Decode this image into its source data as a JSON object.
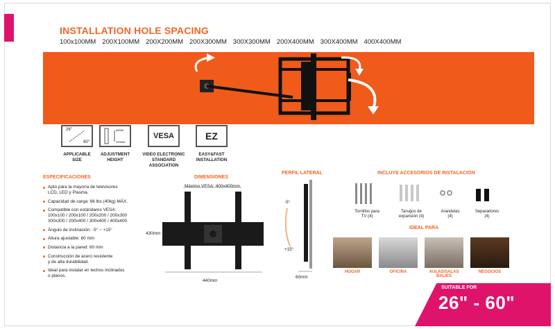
{
  "header": {
    "title": "INSTALLATION HOLE SPACING",
    "sizes": [
      "100x100MM",
      "200X100MM",
      "200X200MM",
      "200X300MM",
      "300X300MM",
      "200X400MM",
      "300X400MM",
      "400X400MM"
    ]
  },
  "colors": {
    "accent": "#f26522",
    "banner": "#f05a1a",
    "pink": "#e0136b"
  },
  "features": [
    {
      "label": "APPLICABLE\nSIZE",
      "icon": "screen-size-icon",
      "text_a": "26\"",
      "text_b": "60\""
    },
    {
      "label": "ADJUSTMENT\nHEIGHT",
      "icon": "adjustment-height-icon",
      "text_a": "60MM",
      "text_b": "400MM"
    },
    {
      "label": "VIDEO ELECTRONIC\nSTANDARD\nASSOCIATION",
      "icon": "vesa-icon",
      "text_a": "VESA"
    },
    {
      "label": "EASY&FAST\nINSTALLATION",
      "icon": "ez-icon",
      "text_a": "EZ"
    }
  ],
  "specs": {
    "heading": "ESPECIFICACIONES",
    "items": [
      "Apto para la mayoría de televisores\nLCD, LED y Plasma.",
      "Capacidad de carga: 66 lbs (40kg) MÁX.",
      "Compatible con estándares VESA:\n100x100 / 200x100 / 200x200 / 200x300\n300x300 / 200x400 / 300x400 / 400x400",
      "Ángulo de inclinación: -5° ~ +15°",
      "Altura ajustable: 60 mm",
      "Distancia a la pared: 60 mm",
      "Construcción de acero resistente\ny de alta durabilidad.",
      "Ideal para instalar en techos inclinados\no planos."
    ]
  },
  "dimensions": {
    "heading": "DIMENSIONES",
    "max_vesa": "Máximo VESA: 400x400mm",
    "height": "430mm",
    "width": "440mm"
  },
  "profile": {
    "heading": "PERFIL LATERAL",
    "angle_top": "-5°",
    "angle_bottom": "+15°",
    "depth": "60mm"
  },
  "accessories": {
    "heading": "INCLUYE ACCESORIOS DE INSTALACIÓN",
    "items": [
      {
        "label": "Tornillos para\nTV (4)"
      },
      {
        "label": "Tarugos de\nexpansión (4)"
      },
      {
        "label": "Arandelas\n(4)"
      },
      {
        "label": "Separadores\n(4)"
      }
    ]
  },
  "ideal": {
    "heading": "IDEAL PARA",
    "rooms": [
      "HOGAR",
      "OFICINA",
      "AULAS/SALAS\nBALIES",
      "NEGOCIOS"
    ]
  },
  "suitable": {
    "top": "SUITABLE FOR",
    "main": "26\" - 60\""
  }
}
